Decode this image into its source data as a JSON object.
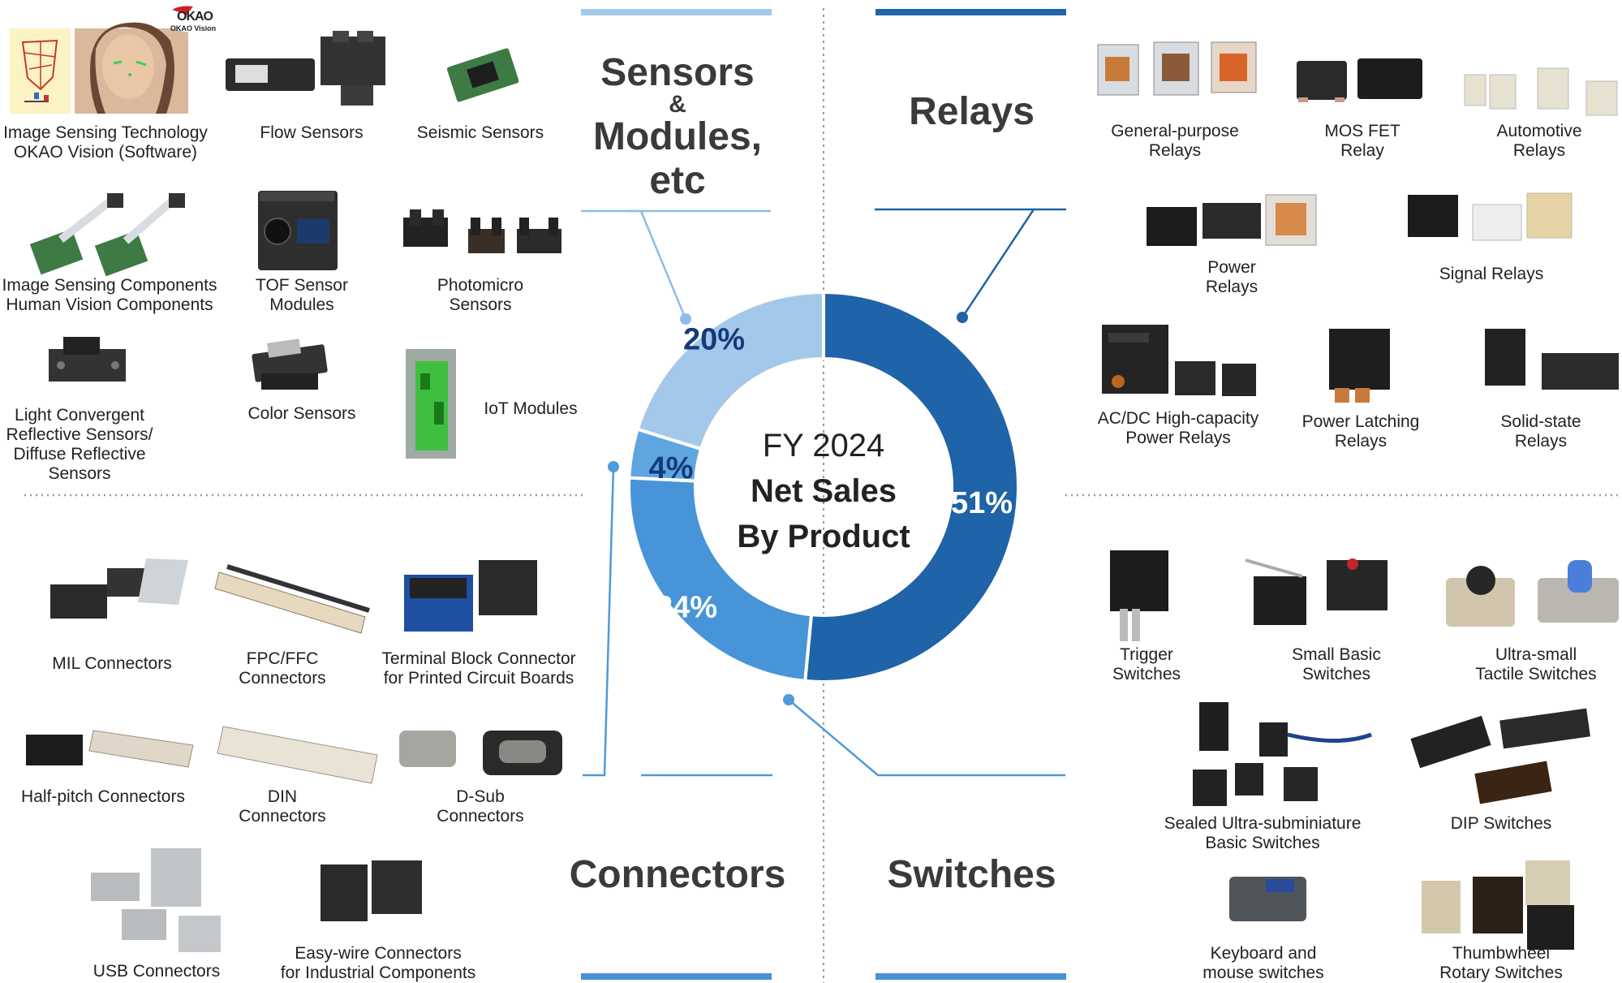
{
  "chart_data": {
    "type": "pie",
    "center_title": [
      "FY 2024",
      "Net Sales",
      "By Product"
    ],
    "slices": [
      {
        "label": "Relays",
        "value": 51,
        "display": "51%",
        "color": "#1f63a8"
      },
      {
        "label": "Switches",
        "value": 24,
        "display": "24%",
        "color": "#4795d8"
      },
      {
        "label": "Connectors",
        "value": 4,
        "display": "4%",
        "color": "#5fa5e0"
      },
      {
        "label": "Sensors & Modules, etc",
        "value": 20,
        "display": "20%",
        "color": "#a3c8ea"
      }
    ]
  },
  "categories": {
    "sensors": {
      "title_line1": "Sensors",
      "title_amp": "&",
      "title_line2": "Modules, etc",
      "bar_color": "#a3c8ea"
    },
    "relays": {
      "title": "Relays",
      "bar_color": "#2164a8"
    },
    "connectors": {
      "title": "Connectors",
      "bar_color": "#4a90d4"
    },
    "switches": {
      "title": "Switches",
      "bar_color": "#4a90d4"
    }
  },
  "products": {
    "okao_logo": "OKAO",
    "okao_logo_sub": "OKAO Vision",
    "image_sensing_tech": [
      "Image Sensing Technology",
      "OKAO Vision (Software)"
    ],
    "flow_sensors": [
      "Flow Sensors"
    ],
    "seismic_sensors": [
      "Seismic Sensors"
    ],
    "image_sensing_components": [
      "Image Sensing Components",
      "Human Vision Components"
    ],
    "tof_sensor": [
      "TOF Sensor",
      "Modules"
    ],
    "photomicro": [
      "Photomicro",
      "Sensors"
    ],
    "light_convergent": [
      "Light Convergent",
      "Reflective Sensors/",
      "Diffuse Reflective",
      "Sensors"
    ],
    "color_sensors": [
      "Color Sensors"
    ],
    "iot_modules": [
      "IoT Modules"
    ],
    "general_relays": [
      "General-purpose",
      "Relays"
    ],
    "mosfet_relay": [
      "MOS FET",
      "Relay"
    ],
    "automotive_relays": [
      "Automotive",
      "Relays"
    ],
    "power_relays": [
      "Power",
      "Relays"
    ],
    "signal_relays": [
      "Signal Relays"
    ],
    "acdc_relays": [
      "AC/DC High-capacity",
      "Power Relays"
    ],
    "power_latching": [
      "Power Latching",
      "Relays"
    ],
    "solid_state": [
      "Solid-state",
      "Relays"
    ],
    "mil_connectors": [
      "MIL Connectors"
    ],
    "fpc_connectors": [
      "FPC/FFC",
      "Connectors"
    ],
    "terminal_block": [
      "Terminal Block Connector",
      "for Printed Circuit Boards"
    ],
    "half_pitch": [
      "Half-pitch Connectors"
    ],
    "din_connectors": [
      "DIN",
      "Connectors"
    ],
    "dsub_connectors": [
      "D-Sub",
      "Connectors"
    ],
    "usb_connectors": [
      "USB Connectors"
    ],
    "easy_wire": [
      "Easy-wire Connectors",
      "for Industrial Components"
    ],
    "trigger_switches": [
      "Trigger",
      "Switches"
    ],
    "small_basic": [
      "Small Basic",
      "Switches"
    ],
    "tactile": [
      "Ultra-small",
      "Tactile Switches"
    ],
    "sealed_basic": [
      "Sealed Ultra-subminiature",
      "Basic Switches"
    ],
    "dip_switches": [
      "DIP Switches"
    ],
    "keyboard_switches": [
      "Keyboard and",
      "mouse switches"
    ],
    "thumbwheel": [
      "Thumbwheel",
      "Rotary Switches"
    ]
  }
}
